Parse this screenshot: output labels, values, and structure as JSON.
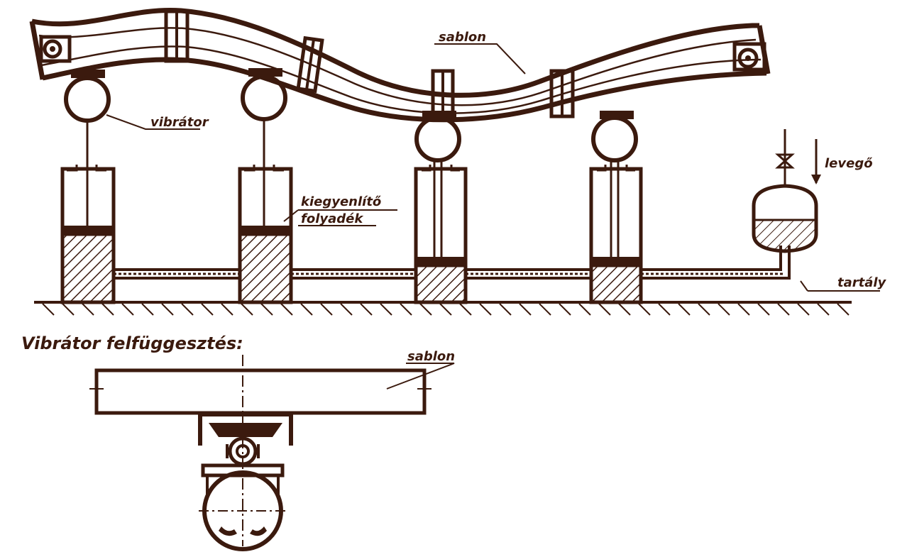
{
  "labels": {
    "sablon_top": "sablon",
    "vibrator": "vibrátor",
    "kiegyenlito_1": "kiegyenlítő",
    "kiegyenlito_2": "folyadék",
    "levego": "levegő",
    "tartaly": "tartály",
    "section_title": "Vibrátor felfüggesztés:",
    "sablon_bottom": "sablon"
  },
  "colors": {
    "ink": "#3b1a0e",
    "background": "#ffffff"
  }
}
